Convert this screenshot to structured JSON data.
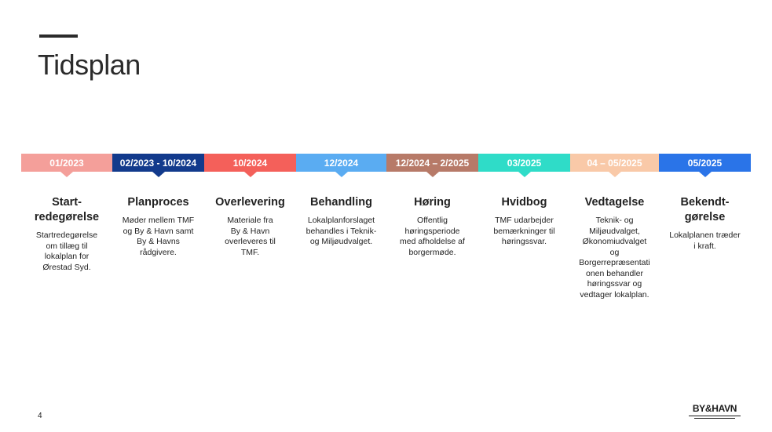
{
  "slide": {
    "title": "Tidsplan",
    "page_number": "4",
    "logo_text": "BY&HAVN"
  },
  "phases": [
    {
      "date": "01/2023",
      "color": "#f49f9a",
      "heading": "Start-\nredegørelse",
      "description": "Startredegørelse\nom tillæg til\nlokalplan for\nØrestad Syd."
    },
    {
      "date": "02/2023 - 10/2024",
      "color": "#123a8c",
      "heading": "Planproces",
      "description": "Møder mellem TMF\nog By & Havn samt\nBy & Havns\nrådgivere."
    },
    {
      "date": "10/2024",
      "color": "#f4605a",
      "heading": "Overlevering",
      "description": "Materiale fra\nBy & Havn\noverleveres til\nTMF."
    },
    {
      "date": "12/2024",
      "color": "#5aacf2",
      "heading": "Behandling",
      "description": "Lokalplanforslaget\nbehandles i Teknik-\nog Miljøudvalget."
    },
    {
      "date": "12/2024 – 2/2025",
      "color": "#b77a68",
      "heading": "Høring",
      "description": "Offentlig\nhøringsperiode\nmed afholdelse af\nborgermøde."
    },
    {
      "date": "03/2025",
      "color": "#2fdcc8",
      "heading": "Hvidbog",
      "description": "TMF udarbejder\nbemærkninger til\nhøringssvar."
    },
    {
      "date": "04 – 05/2025",
      "color": "#f9c9a8",
      "heading": "Vedtagelse",
      "description": "Teknik- og\nMiljøudvalget,\nØkonomiudvalget\nog\nBorgerrepræsentati\nonen behandler\nhøringssvar og\nvedtager lokalplan."
    },
    {
      "date": "05/2025",
      "color": "#2a74e8",
      "heading": "Bekendt-\ngørelse",
      "description": "Lokalplanen træder\ni kraft."
    }
  ]
}
